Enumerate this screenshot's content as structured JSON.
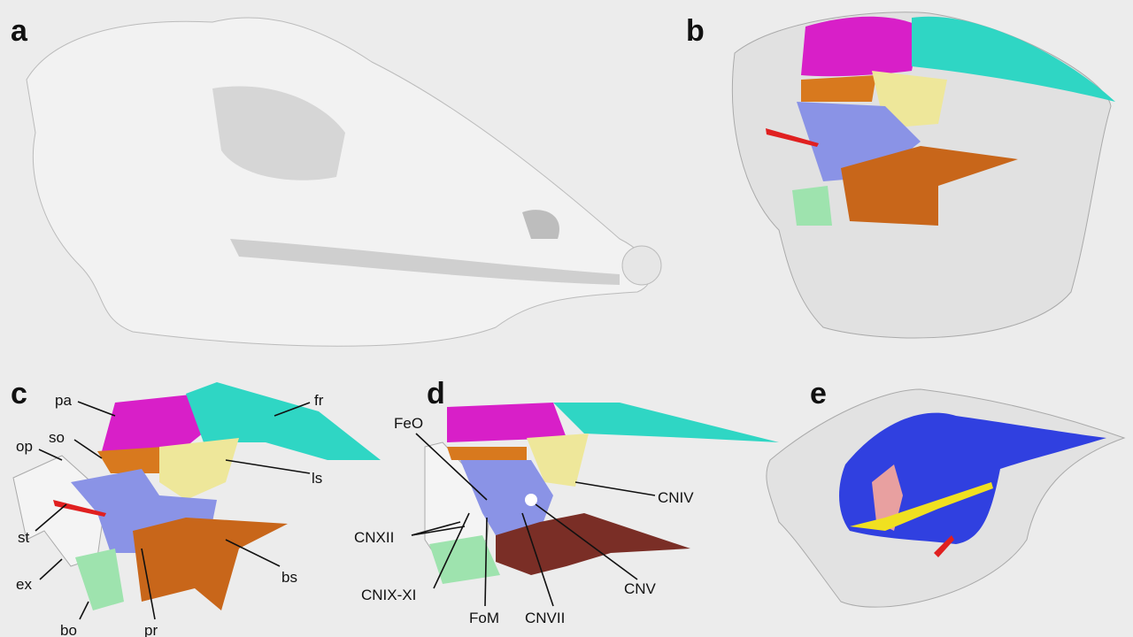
{
  "panels": {
    "a": "a",
    "b": "b",
    "c": "c",
    "d": "d",
    "e": "e"
  },
  "labels_c": {
    "pa": "pa",
    "fr": "fr",
    "so": "so",
    "op": "op",
    "ls": "ls",
    "st": "st",
    "ex": "ex",
    "bs": "bs",
    "bo": "bo",
    "pr": "pr"
  },
  "labels_d": {
    "FeO": "FeO",
    "CNIV": "CNIV",
    "CNXII": "CNXII",
    "CNV": "CNV",
    "CNIX_XI": "CNIX-XI",
    "FoM": "FoM",
    "CNVII": "CNVII"
  },
  "colors": {
    "parietal": "#d81fc8",
    "frontal": "#2fd6c4",
    "supraoccipital": "#d8791e",
    "laterosphenoid": "#eee79a",
    "prootic": "#8a93e6",
    "basisphenoid": "#c8661a",
    "basioccipital": "#9ee3ae",
    "stapes": "#e02020",
    "bone": "#f4f4f4",
    "parabasisphenoid_d": "#7a2e26",
    "endocast": "#3040e0",
    "nerves": "#f0e020",
    "inner_ear": "#e8a0a0"
  }
}
